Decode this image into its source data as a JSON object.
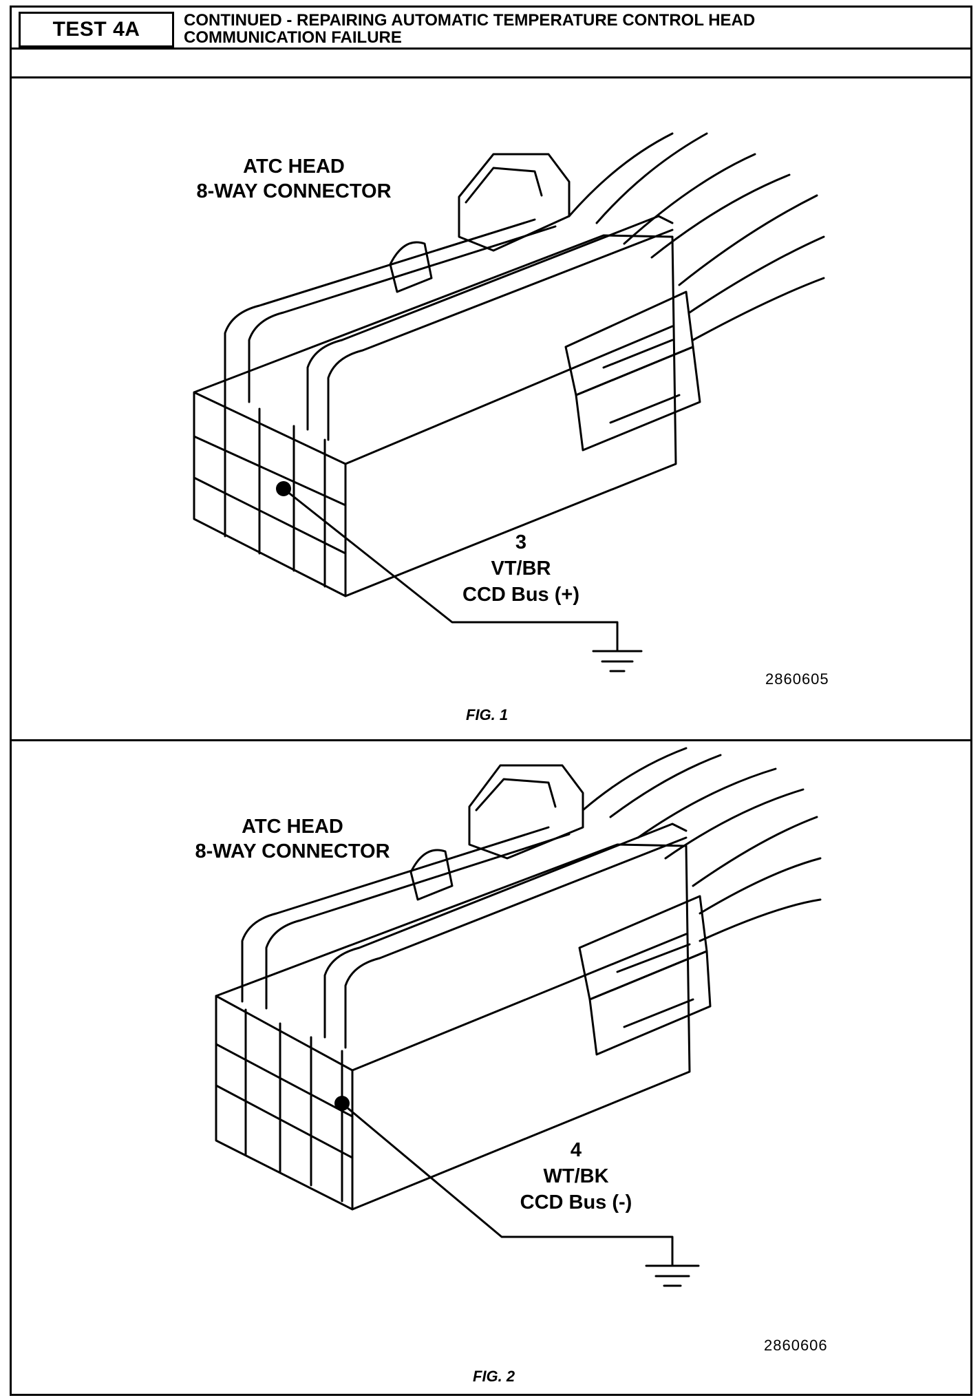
{
  "header": {
    "test_id": "TEST 4A",
    "title_line1": "CONTINUED - REPAIRING AUTOMATIC TEMPERATURE CONTROL HEAD",
    "title_line2": "COMMUNICATION FAILURE"
  },
  "figures": [
    {
      "connector_label_line1": "ATC HEAD",
      "connector_label_line2": "8-WAY CONNECTOR",
      "pin_number": "3",
      "wire_color": "VT/BR",
      "circuit": "CCD Bus (+)",
      "part_number": "2860605",
      "caption": "FIG. 1"
    },
    {
      "connector_label_line1": "ATC HEAD",
      "connector_label_line2": "8-WAY CONNECTOR",
      "pin_number": "4",
      "wire_color": "WT/BK",
      "circuit": "CCD Bus (-)",
      "part_number": "2860606",
      "caption": "FIG. 2"
    }
  ]
}
